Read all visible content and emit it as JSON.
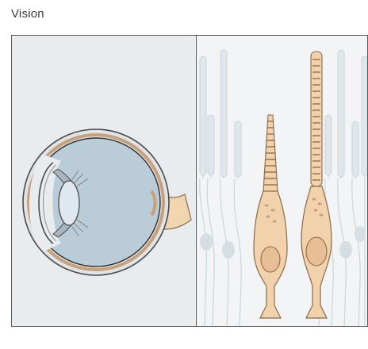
{
  "figure": {
    "title": "Vision",
    "panels": [
      {
        "id": "eye",
        "content": "eye-cross-section"
      },
      {
        "id": "retina",
        "content": "photoreceptor-cells"
      }
    ],
    "colors": {
      "eye_panel_bg": "#e9ecef",
      "retina_panel_bg": "#f2f4f6",
      "vitreous": "#b9ccd8",
      "sclera_outline": "#4a4a4a",
      "choroid_band": "#c8a07a",
      "optic_nerve": "#f1d6b0",
      "photoreceptor_body": "#f2d2ab",
      "photoreceptor_outline": "#8a6a4a",
      "faded_cells": "#c9d6dc"
    }
  }
}
